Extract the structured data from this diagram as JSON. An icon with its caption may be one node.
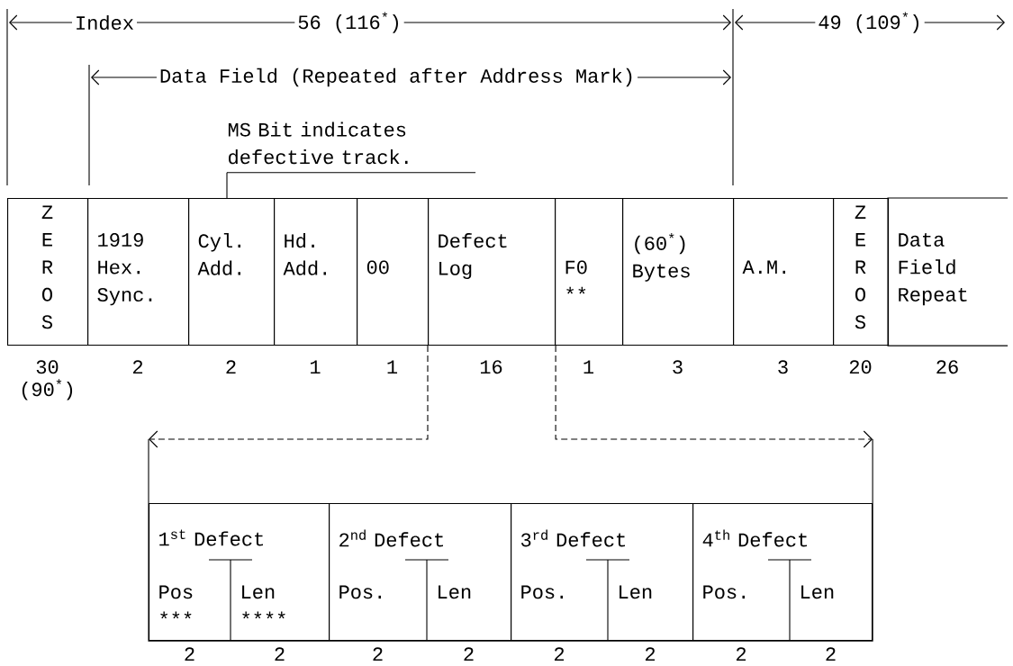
{
  "diagram": {
    "nodes": [
      {
        "text": [
          "MS Bit indicates defective track."
        ]
      },
      {
        "text": [
          "Z E R O S"
        ],
        "beside": [
          "30",
          "(90$^{*}$)"
        ]
      },
      {
        "text": [
          "1919 Hex. Sync."
        ],
        "beside": [
          "2"
        ]
      },
      {
        "text": [
          "Cyl. Add."
        ],
        "beside": [
          "2"
        ]
      },
      {
        "text": [
          "Hd. Add."
        ],
        "beside": [
          "1"
        ]
      },
      {
        "text": [
          "00"
        ],
        "beside": [
          "1"
        ]
      },
      {
        "text": [
          "Defect Log"
        ],
        "beside": [
          "16"
        ]
      },
      {
        "text": [
          "F0 **"
        ],
        "beside": [
          "1"
        ]
      },
      {
        "text": [
          "(60$^{*}$) Bytes"
        ],
        "beside": [
          "3"
        ]
      },
      {
        "text": [
          "A.M."
        ],
        "beside": [
          "3"
        ]
      },
      {
        "text": [
          "Z E R O S"
        ],
        "beside": [
          "20"
        ]
      },
      {
        "text": [
          "Data Field Repeat"
        ],
        "beside": [
          "26"
        ]
      },
      {
        "text": [],
        "shape": "box"
      },
      {
        "text": [
          "1$^{st}$ Defect"
        ],
        "in": 12
      },
      {
        "text": [
          "Pos ***"
        ],
        "in": 13,
        "beside": [
          "2"
        ]
      },
      {
        "text": [
          "Len ****"
        ],
        "in": 13,
        "beside": [
          "2"
        ]
      },
      {
        "text": [
          "2$^{nd}$ Defect"
        ],
        "in": 12
      },
      {
        "text": [
          "Pos."
        ],
        "in": 16,
        "beside": [
          "2"
        ]
      },
      {
        "text": [
          "Len"
        ],
        "in": 16,
        "beside": [
          "2"
        ]
      },
      {
        "text": [
          "3$^{rd}$ Defect"
        ],
        "in": 12
      },
      {
        "text": [
          "Pos."
        ],
        "in": 19,
        "beside": [
          "2"
        ]
      },
      {
        "text": [
          "Len"
        ],
        "in": 19,
        "beside": [
          "2"
        ]
      },
      {
        "text": [
          "4$^{th}$ Defect"
        ],
        "in": 12
      },
      {
        "text": [
          "Pos."
        ],
        "in": 22,
        "beside": [
          "2"
        ]
      },
      {
        "text": [
          "Len"
        ],
        "in": 22,
        "beside": [
          "2"
        ]
      }
    ],
    "edges": [
      {
        "from": 0,
        "to": 3,
        "arrow": "none"
      },
      {
        "from": 6,
        "to": 12,
        "arrow": "to",
        "style": "dashed"
      },
      {
        "from": 6,
        "to": 12,
        "arrow": "to",
        "style": "dashed"
      }
    ],
    "labels": [
      "Index",
      "56 (116$^{*}$)",
      "49 (109$^{*}$)",
      "Data Field (Repeated after Address Mark)"
    ]
  }
}
